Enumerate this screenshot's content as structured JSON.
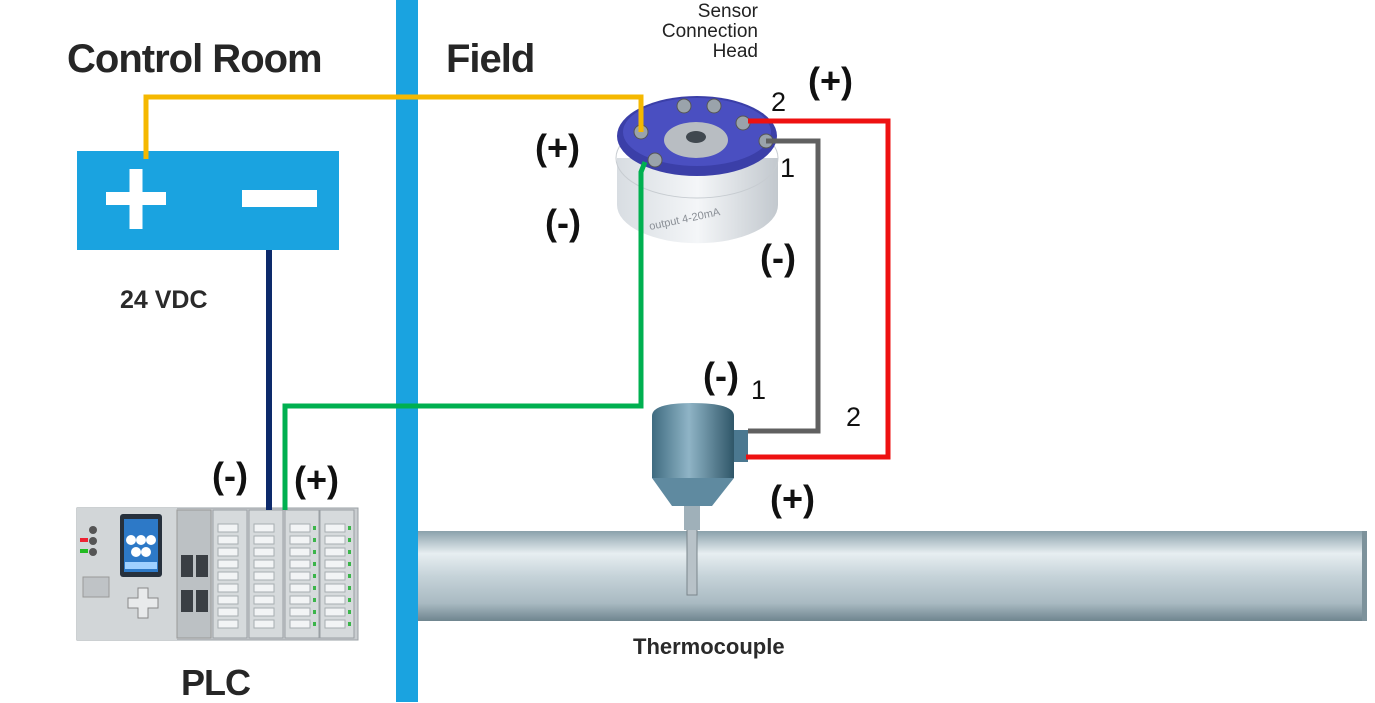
{
  "regions": {
    "control_room": "Control Room",
    "field": "Field"
  },
  "sensor_head": {
    "title_lines": [
      "Sensor",
      "Connection",
      "Head"
    ]
  },
  "power_supply": {
    "label": "24 VDC",
    "plus_symbol": "+",
    "minus_symbol": "−"
  },
  "plc": {
    "label": "PLC"
  },
  "thermocouple": {
    "label": "Thermocouple"
  },
  "polarity": {
    "head_top_plus": "(+)",
    "head_left_plus": "(+)",
    "head_left_minus": "(-)",
    "gray_wire_minus": "(-)",
    "tc_minus": "(-)",
    "tc_plus": "(+)",
    "plc_minus": "(-)",
    "plc_plus": "(+)"
  },
  "terminals": {
    "head_2": "2",
    "head_1": "1",
    "tc_1": "1",
    "tc_2": "2"
  },
  "colors": {
    "divider": "#1aa3e0",
    "loop_positive": "#f5b800",
    "loop_return": "#00b050",
    "plc_negative": "#0d2a6b",
    "tc_positive": "#ee1111",
    "tc_negative": "#606060",
    "power_box": "#1aa3e0"
  }
}
